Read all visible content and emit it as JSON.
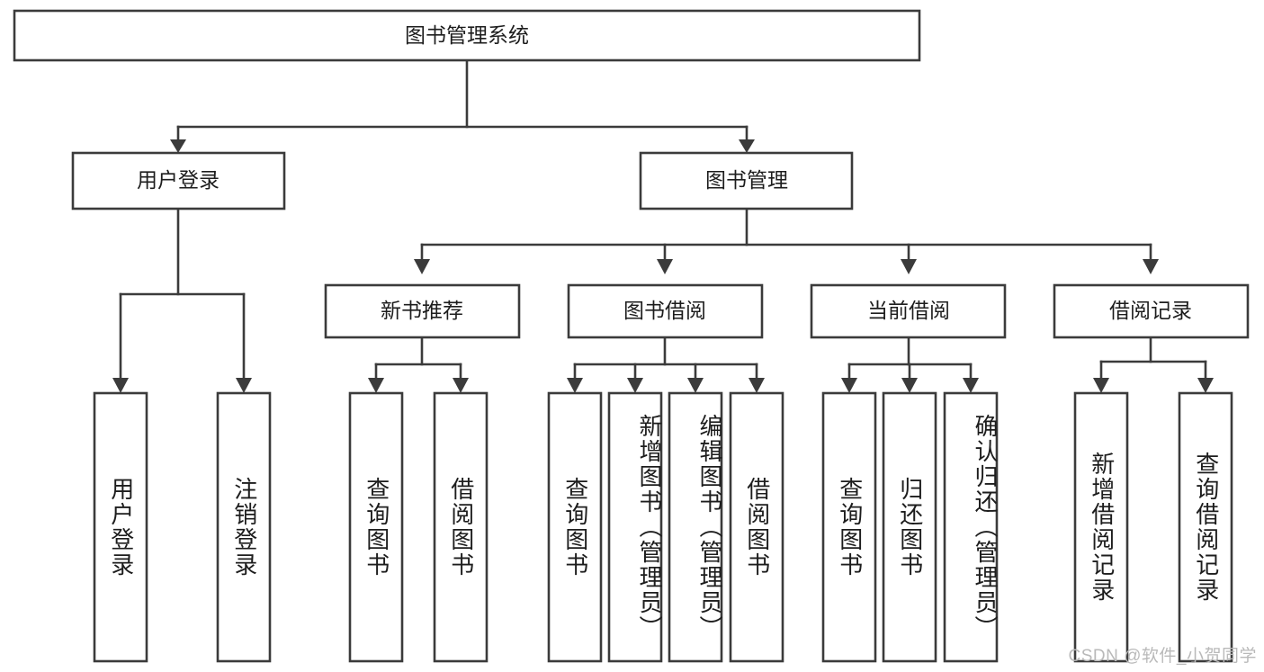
{
  "diagram": {
    "type": "tree",
    "title": "图书管理系统",
    "orientation": "top-down",
    "background_color": "#ffffff",
    "box_stroke_color": "#3b3b3b",
    "box_fill_color": "#ffffff",
    "text_color": "#1d1d1d",
    "nodes": {
      "root": {
        "label": "图书管理系统",
        "level": 0,
        "orientation": "horizontal"
      },
      "l1": [
        {
          "label": "用户登录",
          "level": 1,
          "orientation": "horizontal"
        },
        {
          "label": "图书管理",
          "level": 1,
          "orientation": "horizontal"
        }
      ],
      "l2": [
        {
          "label": "新书推荐",
          "level": 2,
          "orientation": "horizontal"
        },
        {
          "label": "图书借阅",
          "level": 2,
          "orientation": "horizontal"
        },
        {
          "label": "当前借阅",
          "level": 2,
          "orientation": "horizontal"
        },
        {
          "label": "借阅记录",
          "level": 2,
          "orientation": "horizontal"
        }
      ],
      "leaves": [
        {
          "label": "用户登录",
          "parent": "用户登录",
          "orientation": "vertical"
        },
        {
          "label": "注销登录",
          "parent": "用户登录",
          "orientation": "vertical"
        },
        {
          "label": "查询图书",
          "parent": "新书推荐",
          "orientation": "vertical"
        },
        {
          "label": "借阅图书",
          "parent": "新书推荐",
          "orientation": "vertical"
        },
        {
          "label": "查询图书",
          "parent": "图书借阅",
          "orientation": "vertical"
        },
        {
          "label": "新增图书（管理员）",
          "parent": "图书借阅",
          "orientation": "vertical"
        },
        {
          "label": "编辑图书（管理员）",
          "parent": "图书借阅",
          "orientation": "vertical"
        },
        {
          "label": "借阅图书",
          "parent": "图书借阅",
          "orientation": "vertical"
        },
        {
          "label": "查询图书",
          "parent": "当前借阅",
          "orientation": "vertical"
        },
        {
          "label": "归还图书",
          "parent": "当前借阅",
          "orientation": "vertical"
        },
        {
          "label": "确认归还（管理员）",
          "parent": "当前借阅",
          "orientation": "vertical"
        },
        {
          "label": "新增借阅记录",
          "parent": "借阅记录",
          "orientation": "vertical"
        },
        {
          "label": "查询借阅记录",
          "parent": "借阅记录",
          "orientation": "vertical"
        }
      ]
    }
  },
  "watermark": {
    "text": "CSDN @软件_小贺同学"
  }
}
